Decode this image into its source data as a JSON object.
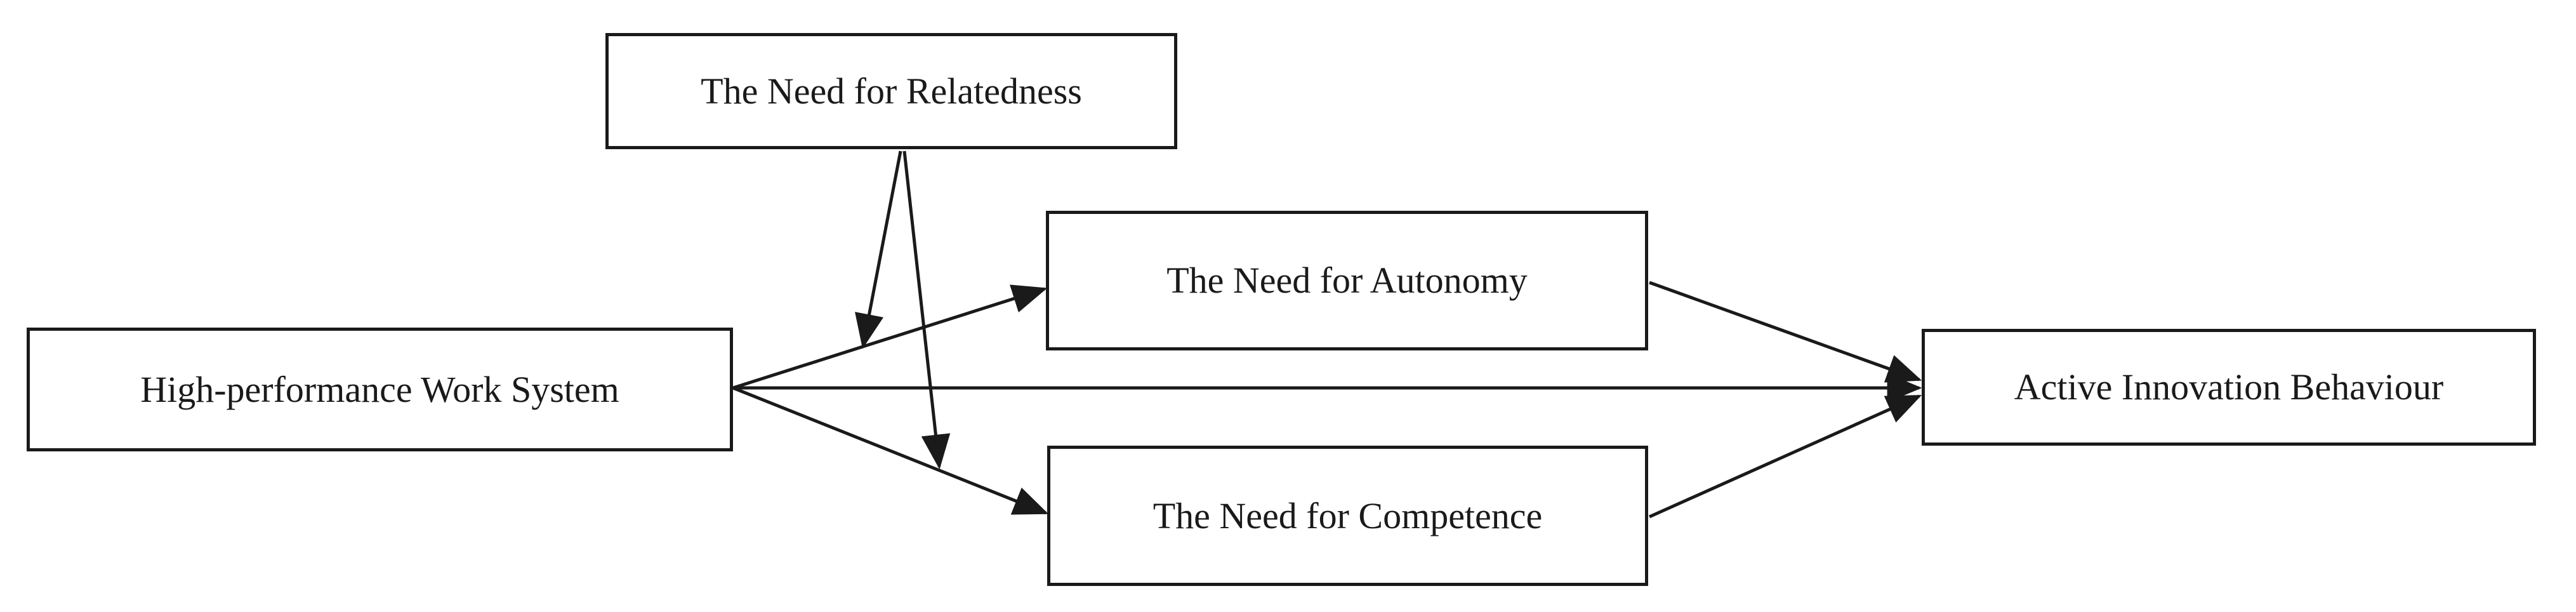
{
  "diagram": {
    "background_color": "#ffffff",
    "line_color": "#1a1a1a",
    "box_fill_color": "#ffffff",
    "box_border_color": "#1a1a1a",
    "nodes": {
      "relatedness": {
        "label": "The Need for Relatedness"
      },
      "hpws": {
        "label": "High-performance Work System"
      },
      "autonomy": {
        "label": "The Need for Autonomy"
      },
      "competence": {
        "label": "The Need for Competence"
      },
      "aib": {
        "label": "Active Innovation Behaviour"
      }
    },
    "edges": [
      {
        "from": "hpws",
        "to": "autonomy",
        "type": "direct"
      },
      {
        "from": "hpws",
        "to": "aib",
        "type": "direct"
      },
      {
        "from": "hpws",
        "to": "competence",
        "type": "direct"
      },
      {
        "from": "autonomy",
        "to": "aib",
        "type": "direct"
      },
      {
        "from": "competence",
        "to": "aib",
        "type": "direct"
      },
      {
        "from": "relatedness",
        "to": "path:hpws-autonomy",
        "type": "moderation"
      },
      {
        "from": "relatedness",
        "to": "path:hpws-competence",
        "type": "moderation"
      }
    ]
  }
}
